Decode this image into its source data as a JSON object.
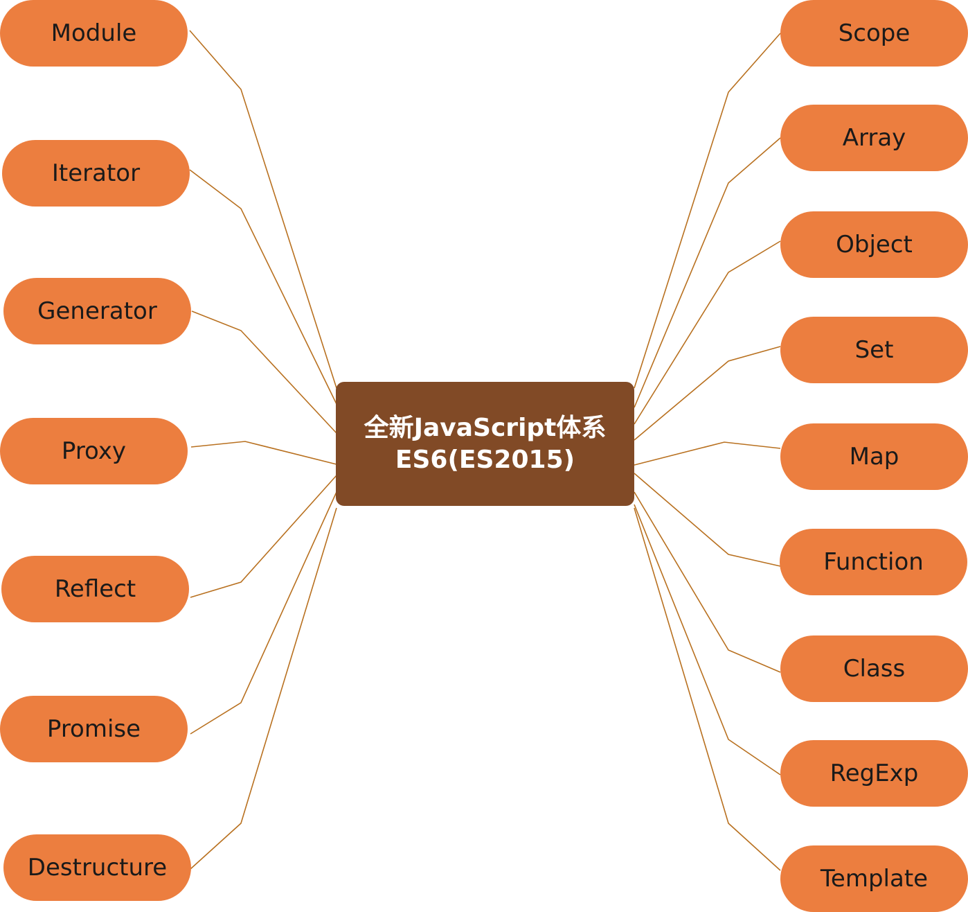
{
  "center": {
    "line1": "全新JavaScript体系",
    "line2": "ES6(ES2015)"
  },
  "left_topics": [
    "Module",
    "Iterator",
    "Generator",
    "Proxy",
    "Reflect",
    "Promise",
    "Destructure"
  ],
  "right_topics": [
    "Scope",
    "Array",
    "Object",
    "Set",
    "Map",
    "Function",
    "Class",
    "RegExp",
    "Template"
  ],
  "colors": {
    "node_fill": "#EC7E3F",
    "center_fill": "#814A26",
    "connector": "#B8701F",
    "center_text": "#FFFFFF",
    "node_text": "#1A1A1A"
  }
}
